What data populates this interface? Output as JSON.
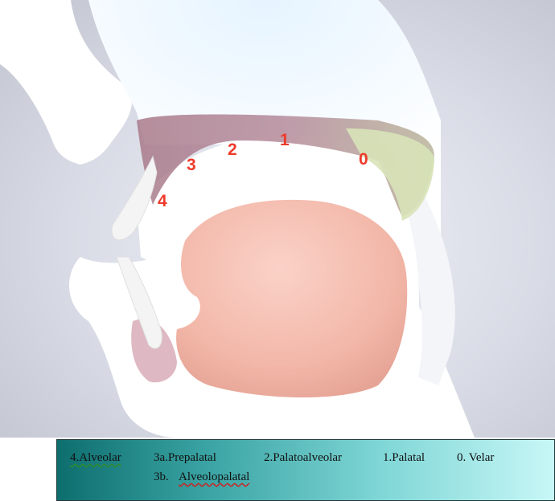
{
  "diagram": {
    "place_labels": [
      "4",
      "3",
      "2",
      "1",
      "0"
    ],
    "label_color": "#ee3a2a"
  },
  "legend": {
    "alveolar": "4.Alveolar",
    "prepalatal": "3a.Prepalatal",
    "palatoalveolar": "2.Palatoalveolar",
    "palatal": "1.Palatal",
    "velar": "0. Velar",
    "alveolopalatal_num": "3b.",
    "alveolopalatal": "Alveolopalatal"
  }
}
